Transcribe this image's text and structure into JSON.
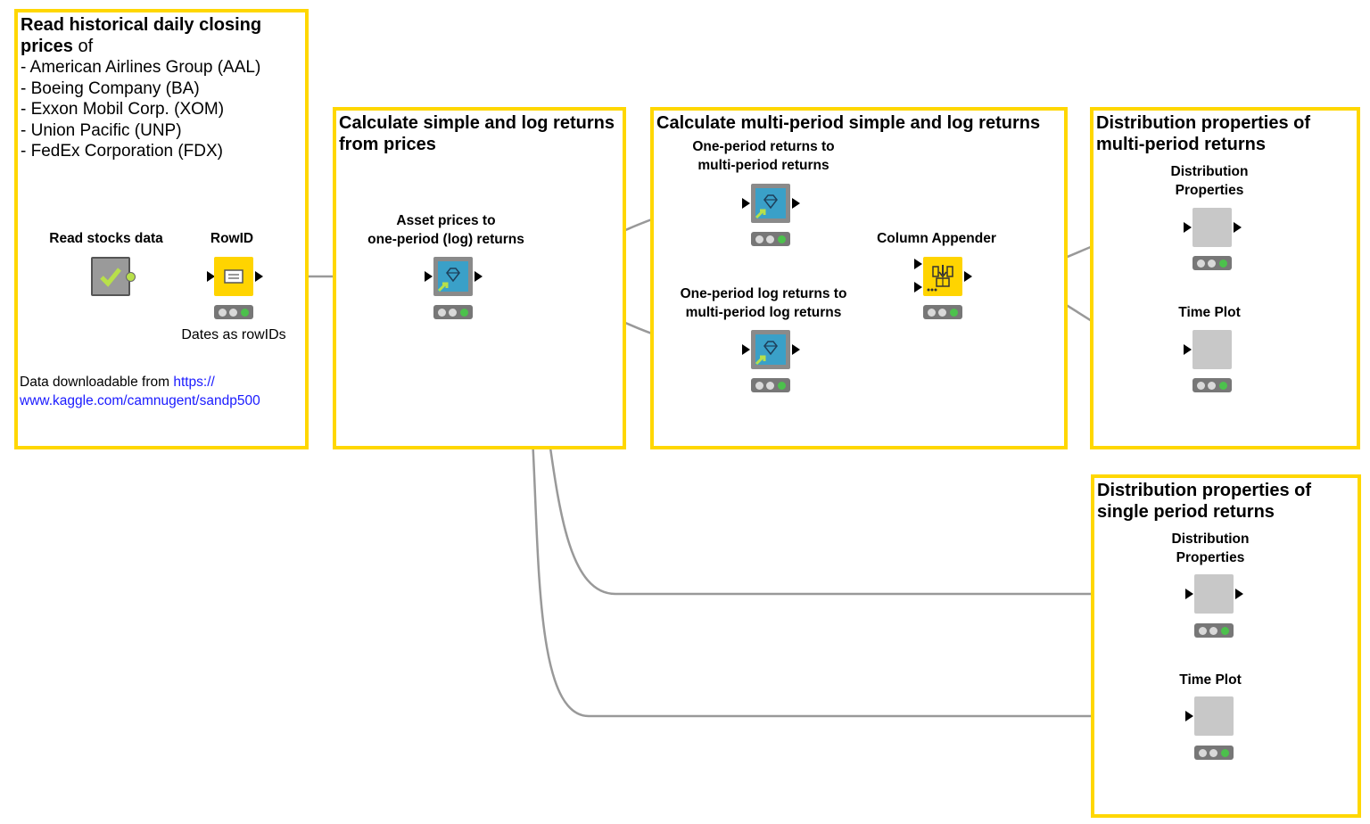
{
  "annotations": {
    "read": {
      "title_bold_1": "Read historical daily closing",
      "title_bold_2": "prices",
      "title_tail": " of",
      "items": [
        "- American Airlines Group (AAL)",
        "- Boeing Company (BA)",
        "- Exxon Mobil Corp. (XOM)",
        "- Union Pacific (UNP)",
        "- FedEx Corporation (FDX)"
      ],
      "note_prefix": "Data downloadable from ",
      "note_link_1": "https://",
      "note_link_2": "www.kaggle.com/camnugent/sandp500"
    },
    "simple_log": {
      "title_1": "Calculate simple and log returns",
      "title_2": "from prices"
    },
    "multi_period": {
      "title_1": "Calculate multi-period simple and log returns"
    },
    "dist_multi": {
      "title_1": "Distribution properties of",
      "title_2": "multi-period returns"
    },
    "dist_single": {
      "title_1": "Distribution properties of",
      "title_2": "single period returns"
    }
  },
  "nodes": {
    "read_stocks": {
      "label": "Read stocks data"
    },
    "rowid": {
      "label": "RowID",
      "sublabel": "Dates as rowIDs"
    },
    "asset_prices": {
      "label_1": "Asset prices to",
      "label_2": "one-period (log) returns"
    },
    "one_to_multi": {
      "label_1": "One-period returns to",
      "label_2": "multi-period returns"
    },
    "log_to_multi": {
      "label_1": "One-period log returns to",
      "label_2": "multi-period log returns"
    },
    "column_appender": {
      "label": "Column Appender"
    },
    "dist_props_multi": {
      "label_1": "Distribution",
      "label_2": "Properties"
    },
    "time_plot_multi": {
      "label": "Time Plot"
    },
    "dist_props_single": {
      "label_1": "Distribution",
      "label_2": "Properties"
    },
    "time_plot_single": {
      "label": "Time Plot"
    }
  },
  "colors": {
    "annotation_border": "#ffd700",
    "component_node": "#3aa0c8",
    "yellow_node": "#ffd400",
    "link": "#1a1aff",
    "status_green": "#4cc14c"
  }
}
